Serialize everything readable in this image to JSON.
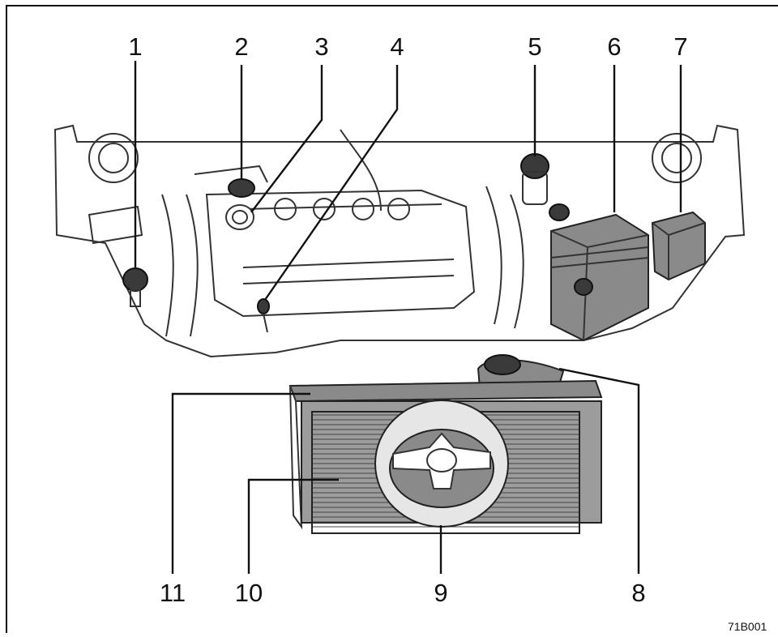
{
  "callouts": {
    "n1": "1",
    "n2": "2",
    "n3": "3",
    "n4": "4",
    "n5": "5",
    "n6": "6",
    "n7": "7",
    "n8": "8",
    "n9": "9",
    "n10": "10",
    "n11": "11"
  },
  "figure_code": "71B001"
}
